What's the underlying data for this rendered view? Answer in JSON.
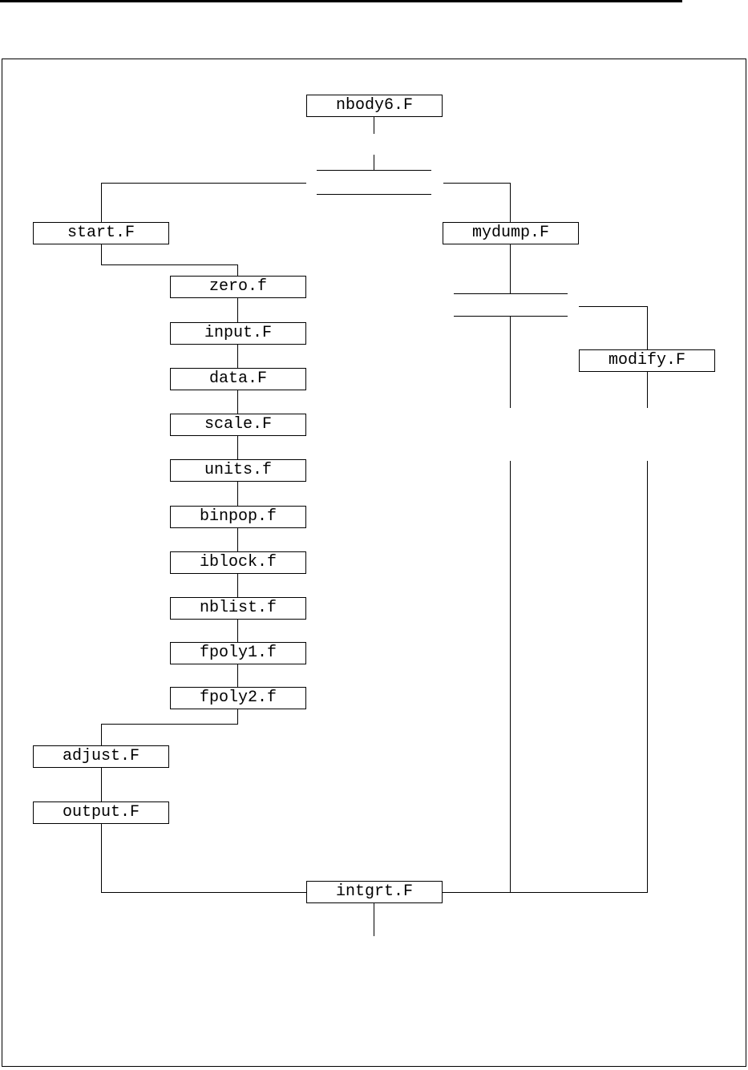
{
  "page": {
    "paper_color": "#ffffff",
    "ink_color": "#000000"
  },
  "diagram": {
    "description": "call-structure flowchart",
    "nodes": {
      "nbody6": {
        "label": "nbody6.F"
      },
      "start": {
        "label": "start.F"
      },
      "mydump": {
        "label": "mydump.F"
      },
      "zero": {
        "label": "zero.f"
      },
      "input": {
        "label": "input.F"
      },
      "data": {
        "label": "data.F"
      },
      "scale": {
        "label": "scale.F"
      },
      "units": {
        "label": "units.f"
      },
      "binpop": {
        "label": "binpop.f"
      },
      "iblock": {
        "label": "iblock.f"
      },
      "nblist": {
        "label": "nblist.f"
      },
      "fpoly1": {
        "label": "fpoly1.f"
      },
      "fpoly2": {
        "label": "fpoly2.f"
      },
      "adjust": {
        "label": "adjust.F"
      },
      "output": {
        "label": "output.F"
      },
      "intgrt": {
        "label": "intgrt.F"
      },
      "modify": {
        "label": "modify.F"
      }
    }
  }
}
